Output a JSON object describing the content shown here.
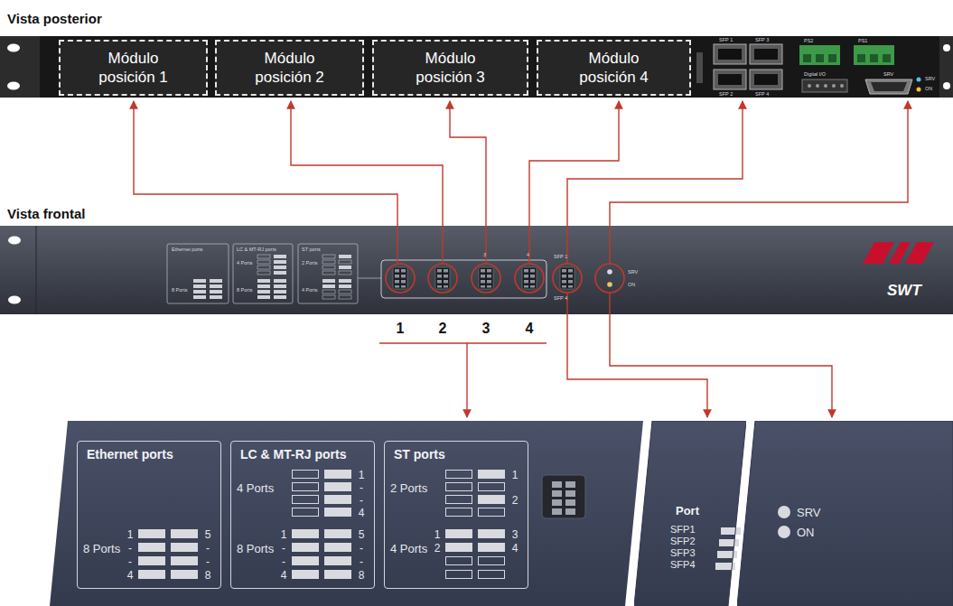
{
  "diagram": {
    "nodes": [
      {
        "text": [
          "Módulo posición 1"
        ]
      },
      {
        "text": [
          "Módulo posición 2"
        ]
      },
      {
        "text": [
          "Módulo posición 3"
        ]
      },
      {
        "text": [
          "Módulo posición 4"
        ]
      },
      {
        "text": [
          "Ethernet ports",
          "8 Ports",
          "1",
          "-",
          "-",
          "4",
          "5",
          "-",
          "-",
          "8"
        ]
      },
      {
        "text": [
          "LC & MT-RJ ports",
          "4 Ports",
          "1",
          "-",
          "-",
          "4",
          "8 Ports",
          "1",
          "-",
          "-",
          "4",
          "5",
          "-",
          "-",
          "8"
        ]
      },
      {
        "text": [
          "ST ports",
          "2 Ports",
          "1",
          "2",
          "4 Ports",
          "1",
          "2",
          "3",
          "4"
        ]
      },
      {
        "text": [
          "Port",
          "SFP1",
          "SFP2",
          "SFP3",
          "SFP4"
        ]
      },
      {
        "text": [
          "SRV",
          "ON"
        ]
      }
    ],
    "labels": [
      "Vista posterior",
      "SFP 1",
      "SFP 3",
      "SFP 2",
      "SFP 4",
      "PS2",
      "PS1",
      "Digital I/O",
      "SRV",
      "SRV",
      "ON",
      "Vista frontal",
      "Ethernet ports",
      "8 Ports",
      "LC & MT-RJ ports",
      "4 Ports",
      "8 Ports",
      "ST ports",
      "2 Ports",
      "4 Ports",
      "3",
      "4",
      "SFP 1",
      "SFP 4",
      "SRV",
      "ON",
      "SWT",
      "1",
      "2",
      "3",
      "4"
    ]
  }
}
